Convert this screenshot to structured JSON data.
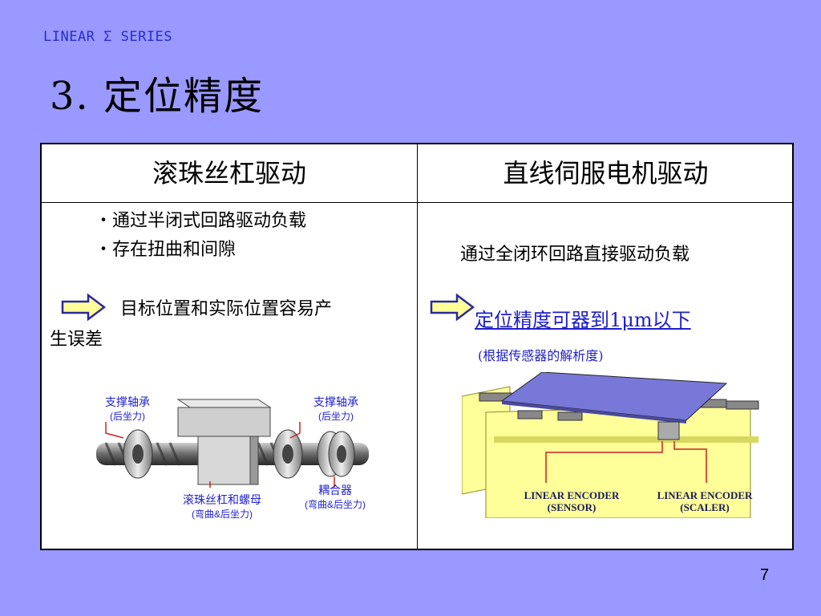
{
  "header": {
    "series": "LINEAR  Σ  SERIES",
    "title": "3. 定位精度",
    "slide_number": "7"
  },
  "table": {
    "col_left_header": "滚珠丝杠驱动",
    "col_right_header": "直线伺服电机驱动",
    "left": {
      "bullet1": "・通过半闭式回路驱动负载",
      "bullet2": "・存在扭曲和间隙",
      "conclusion_line1": "目标位置和实际位置容易产",
      "conclusion_line2": "生误差",
      "labels": {
        "bearing_left": "支撑轴承",
        "bearing_left_sub": "(后坐力)",
        "bearing_right": "支撑轴承",
        "bearing_right_sub": "(后坐力)",
        "screw_nut": "滚珠丝杠和螺母",
        "screw_nut_sub": "(弯曲&后坐力)",
        "coupler": "耦合器",
        "coupler_sub": "(弯曲&后坐力)"
      }
    },
    "right": {
      "description": "通过全闭环回路直接驱动负载",
      "accuracy": "定位精度可器到1μm以下",
      "note": "(根据传感器的解析度)",
      "encoder_sensor_line1": "LINEAR ENCODER",
      "encoder_sensor_line2": "(SENSOR)",
      "encoder_scaler_line1": "LINEAR ENCODER",
      "encoder_scaler_line2": "(SCALER)"
    }
  },
  "colors": {
    "background": "#9999ff",
    "accent_blue": "#1f1fc8",
    "arrow_yellow": "#ffff99",
    "arrow_outline": "#2a2a9a"
  },
  "icons": [
    "right-arrow-icon",
    "right-arrow-icon"
  ]
}
